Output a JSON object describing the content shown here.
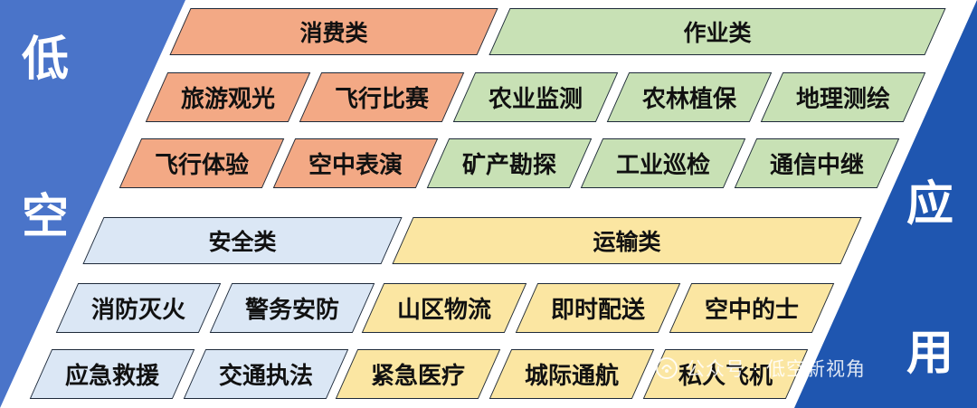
{
  "side_labels": {
    "left": [
      "低",
      "空"
    ],
    "right": [
      "应",
      "用"
    ]
  },
  "colors": {
    "left_triangle": "#4a74c9",
    "right_triangle": "#1f56b0",
    "orange": "#f3a985",
    "green": "#c8e1b5",
    "blue": "#dbe7f5",
    "yellow": "#fbe6a2",
    "border": "#1e2a3a"
  },
  "categories": {
    "consumption": {
      "title": "消费类",
      "row1": [
        "旅游观光",
        "飞行比赛"
      ],
      "row2": [
        "飞行体验",
        "空中表演"
      ]
    },
    "operation": {
      "title": "作业类",
      "row1": [
        "农业监测",
        "农林植保",
        "地理测绘"
      ],
      "row2": [
        "矿产勘探",
        "工业巡检",
        "通信中继"
      ]
    },
    "safety": {
      "title": "安全类",
      "row1": [
        "消防灭火",
        "警务安防"
      ],
      "row2": [
        "应急救援",
        "交通执法"
      ]
    },
    "transport": {
      "title": "运输类",
      "row1": [
        "山区物流",
        "即时配送",
        "空中的士"
      ],
      "row2": [
        "紧急医疗",
        "城际通航",
        "私人飞机"
      ]
    }
  },
  "watermark": {
    "text": "公众号 · 低空新视角"
  }
}
